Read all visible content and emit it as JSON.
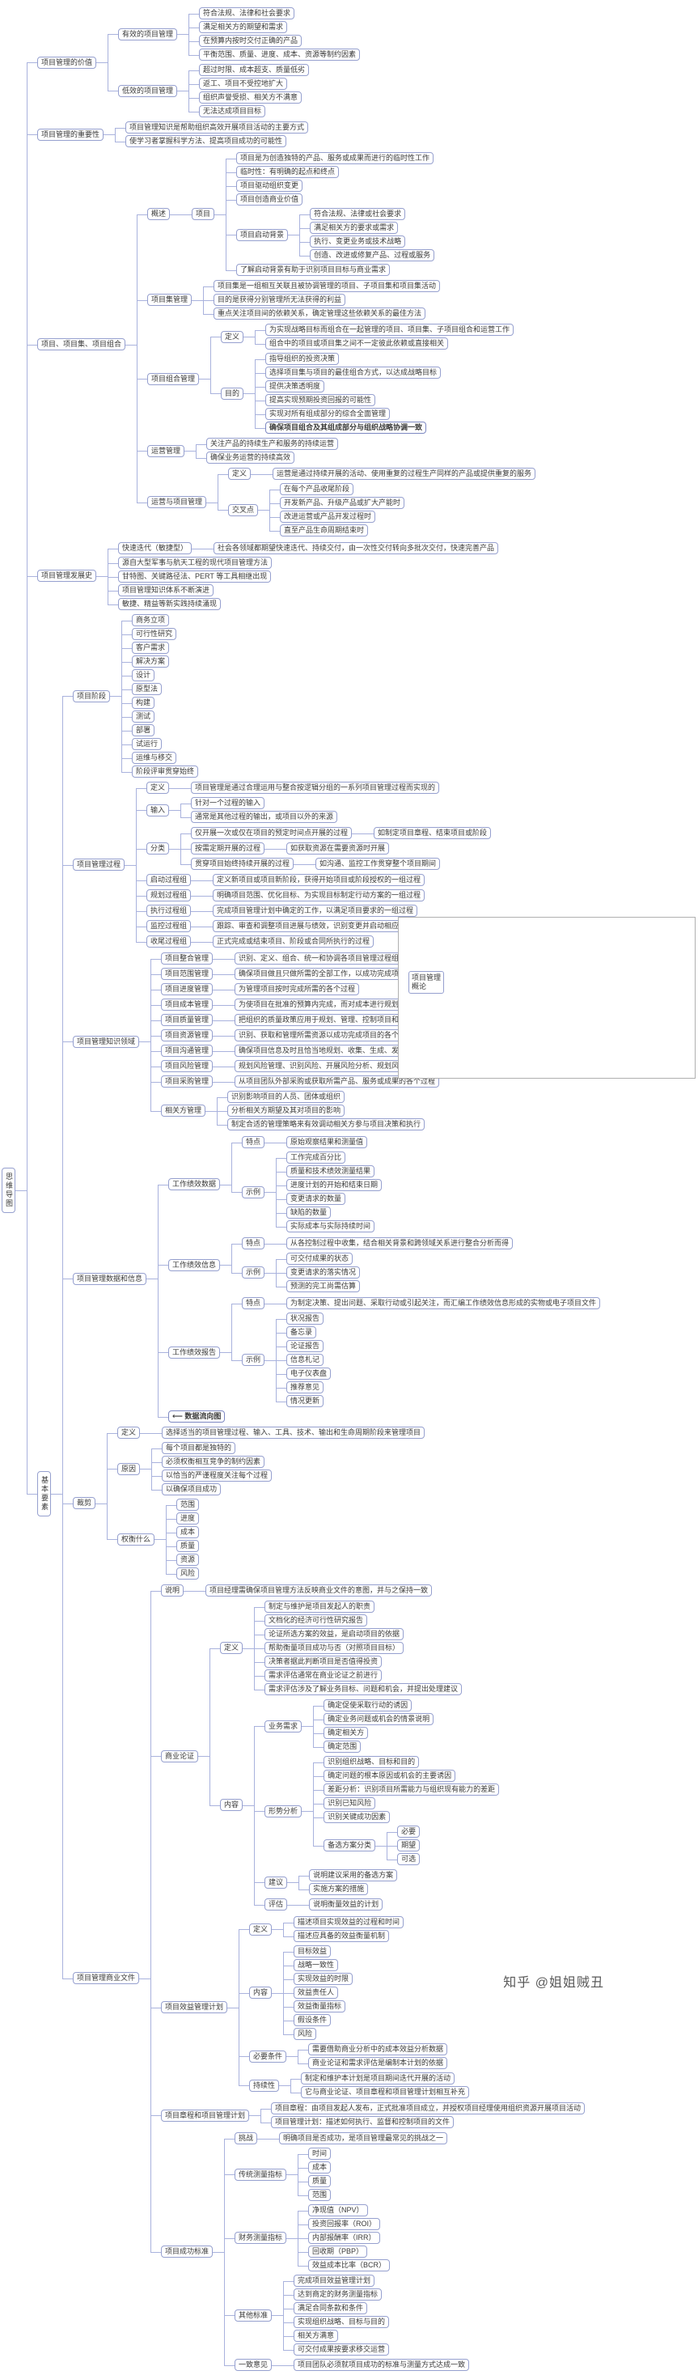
{
  "colors": {
    "node_border": "#96a0cf",
    "connector": "#a9b2dd",
    "text": "#3a3a3a",
    "frame_border": "#b0b0b0",
    "watermark_text": "#595959"
  },
  "frame": {
    "label": "项目管理概论"
  },
  "watermark": {
    "text": "知乎 @姐姐贼丑"
  },
  "root": {
    "label": "思维导图",
    "vertical": true,
    "children": [
      {
        "label": "项目管理的价值",
        "children": [
          {
            "label": "有效的项目管理",
            "children": [
              "符合法规、法律和社会要求",
              "满足相关方的期望和需求",
              "在预算内按时交付正确的产品",
              "平衡范围、质量、进度、成本、资源等制约因素"
            ]
          },
          {
            "label": "低效的项目管理",
            "children": [
              "超过时限、成本超支、质量低劣",
              "返工、项目不受控地扩大",
              "组织声誉受损、相关方不满意",
              "无法达成项目目标"
            ]
          }
        ]
      },
      {
        "label": "项目管理的重要性",
        "children": [
          "项目管理知识是帮助组织高效开展项目活动的主要方式",
          "使学习者掌握科学方法、提高项目成功的可能性"
        ]
      },
      {
        "label": "项目、项目集、项目组合",
        "children": [
          {
            "label": "概述",
            "children": [
              {
                "label": "项目",
                "children": [
                  "项目是为创造独特的产品、服务或成果而进行的临时性工作",
                  "临时性：有明确的起点和终点",
                  "项目驱动组织变更",
                  "项目创造商业价值",
                  {
                    "label": "项目启动背景",
                    "children": [
                      "符合法规、法律或社会要求",
                      "满足相关方的要求或需求",
                      "执行、变更业务或技术战略",
                      "创造、改进或修复产品、过程或服务"
                    ]
                  },
                  "了解启动背景有助于识别项目目标与商业需求"
                ]
              }
            ]
          },
          {
            "label": "项目集管理",
            "children": [
              "项目集是一组相互关联且被协调管理的项目、子项目集和项目集活动",
              "目的是获得分别管理所无法获得的利益",
              "重点关注项目间的依赖关系，确定管理这些依赖关系的最佳方法"
            ]
          },
          {
            "label": "项目组合管理",
            "children": [
              {
                "label": "定义",
                "children": [
                  "为实现战略目标而组合在一起管理的项目、项目集、子项目组合和运营工作",
                  "组合中的项目或项目集之间不一定彼此依赖或直接相关"
                ]
              },
              {
                "label": "目的",
                "children": [
                  "指导组织的投资决策",
                  "选择项目集与项目的最佳组合方式，以达成战略目标",
                  "提供决策透明度",
                  "提高实现预期投资回报的可能性",
                  "实现对所有组成部分的综合全面管理",
                  {
                    "label": "确保项目组合及其组成部分与组织战略协调一致",
                    "bold": true
                  }
                ]
              }
            ]
          },
          {
            "label": "运营管理",
            "children": [
              "关注产品的持续生产和服务的持续运营",
              "确保业务运营的持续高效"
            ]
          },
          {
            "label": "运营与项目管理",
            "children": [
              {
                "label": "定义",
                "children": [
                  "运营是通过持续开展的活动、使用重复的过程生产同样的产品或提供重复的服务"
                ]
              },
              {
                "label": "交叉点",
                "children": [
                  "在每个产品收尾阶段",
                  "开发新产品、升级产品或扩大产能时",
                  "改进运营或产品开发过程时",
                  "直至产品生命周期结束时"
                ]
              }
            ]
          }
        ]
      },
      {
        "label": "项目管理发展史",
        "children": [
          {
            "label": "快速迭代（敏捷型）",
            "children": [
              "社会各领域都期望快速迭代、持续交付，由一次性交付转向多批次交付，快速完善产品"
            ]
          },
          "源自大型军事与航天工程的现代项目管理方法",
          "甘特图、关键路径法、PERT 等工具相继出现",
          "项目管理知识体系不断演进",
          "敏捷、精益等新实践持续涌现"
        ]
      },
      {
        "label": "基本要素",
        "vertical": true,
        "children": [
          {
            "label": "项目阶段",
            "children": [
              "商务立项",
              "可行性研究",
              "客户需求",
              "解决方案",
              "设计",
              "原型法",
              "构建",
              "测试",
              "部署",
              "试运行",
              "运维与移交",
              "阶段评审贯穿始终"
            ]
          },
          {
            "label": "项目管理过程",
            "children": [
              {
                "label": "定义",
                "children": [
                  "项目管理是通过合理运用与整合按逻辑分组的一系列项目管理过程而实现的"
                ]
              },
              {
                "label": "输入",
                "children": [
                  "针对一个过程的输入",
                  "通常是其他过程的输出，或项目以外的来源"
                ]
              },
              {
                "label": "分类",
                "children": [
                  {
                    "label": "仅开展一次或仅在项目的预定时间点开展的过程",
                    "children": [
                      "如制定项目章程、结束项目或阶段"
                    ]
                  },
                  {
                    "label": "按需定期开展的过程",
                    "children": [
                      "如获取资源在需要资源时开展"
                    ]
                  },
                  {
                    "label": "贯穿项目始终持续开展的过程",
                    "children": [
                      "如沟通、监控工作贯穿整个项目期间"
                    ]
                  }
                ]
              },
              {
                "label": "启动过程组",
                "children": [
                  "定义新项目或项目新阶段，获得开始项目或阶段授权的一组过程"
                ]
              },
              {
                "label": "规划过程组",
                "children": [
                  "明确项目范围、优化目标、为实现目标制定行动方案的一组过程"
                ]
              },
              {
                "label": "执行过程组",
                "children": [
                  "完成项目管理计划中确定的工作，以满足项目要求的一组过程"
                ]
              },
              {
                "label": "监控过程组",
                "children": [
                  "跟踪、审查和调整项目进展与绩效，识别变更并启动相应变更的一组过程"
                ]
              },
              {
                "label": "收尾过程组",
                "children": [
                  "正式完成或结束项目、阶段或合同所执行的过程"
                ]
              }
            ]
          },
          {
            "label": "项目管理知识领域",
            "children": [
              {
                "label": "项目整合管理",
                "children": [
                  "识别、定义、组合、统一和协调各项目管理过程组的各个过程和活动"
                ]
              },
              {
                "label": "项目范围管理",
                "children": [
                  "确保项目做且只做所需的全部工作，以成功完成项目的各个过程"
                ]
              },
              {
                "label": "项目进度管理",
                "children": [
                  "为管理项目按时完成所需的各个过程"
                ]
              },
              {
                "label": "项目成本管理",
                "children": [
                  "为使项目在批准的预算内完成，而对成本进行规划、估算、预算、融资、筹资、管理和控制的各个过程"
                ]
              },
              {
                "label": "项目质量管理",
                "children": [
                  "把组织的质量政策应用于规划、管理、控制项目和产品质量要求，以满足相关方期望的各个过程"
                ]
              },
              {
                "label": "项目资源管理",
                "children": [
                  "识别、获取和管理所需资源以成功完成项目的各个过程"
                ]
              },
              {
                "label": "项目沟通管理",
                "children": [
                  "确保项目信息及时且恰当地规划、收集、生成、发布、存储、检索、管理、控制、监督和最终处置的各个过程"
                ]
              },
              {
                "label": "项目风险管理",
                "children": [
                  "规划风险管理、识别风险、开展风险分析、规划风险应对、实施风险应对和监督风险的各个过程"
                ]
              },
              {
                "label": "项目采购管理",
                "children": [
                  "从项目团队外部采购或获取所需产品、服务或成果的各个过程"
                ]
              },
              {
                "label": "相关方管理",
                "children": [
                  "识别影响项目的人员、团体或组织",
                  "分析相关方期望及其对项目的影响",
                  "制定合适的管理策略来有效调动相关方参与项目决策和执行"
                ]
              }
            ]
          },
          {
            "label": "项目管理数据和信息",
            "children": [
              {
                "label": "工作绩效数据",
                "children": [
                  {
                    "label": "特点",
                    "children": [
                      "原始观察结果和测量值"
                    ]
                  },
                  {
                    "label": "示例",
                    "children": [
                      "工作完成百分比",
                      "质量和技术绩效测量结果",
                      "进度计划的开始和结束日期",
                      "变更请求的数量",
                      "缺陷的数量",
                      "实际成本与实际持续时间"
                    ]
                  }
                ]
              },
              {
                "label": "工作绩效信息",
                "children": [
                  {
                    "label": "特点",
                    "children": [
                      "从各控制过程中收集，结合相关背景和跨领域关系进行整合分析而得"
                    ]
                  },
                  {
                    "label": "示例",
                    "children": [
                      "可交付成果的状态",
                      "变更请求的落实情况",
                      "预测的完工尚需估算"
                    ]
                  }
                ]
              },
              {
                "label": "工作绩效报告",
                "children": [
                  {
                    "label": "特点",
                    "children": [
                      "为制定决策、提出问题、采取行动或引起关注，而汇编工作绩效信息形成的实物或电子项目文件"
                    ]
                  },
                  {
                    "label": "示例",
                    "children": [
                      "状况报告",
                      "备忘录",
                      "论证报告",
                      "信息札记",
                      "电子仪表盘",
                      "推荐意见",
                      "情况更新"
                    ]
                  }
                ]
              },
              {
                "label": "⟵ 数据流向图",
                "bold": true
              }
            ]
          },
          {
            "label": "裁剪",
            "children": [
              {
                "label": "定义",
                "children": [
                  "选择适当的项目管理过程、输入、工具、技术、输出和生命周期阶段来管理项目"
                ]
              },
              {
                "label": "原因",
                "children": [
                  "每个项目都是独特的",
                  "必须权衡相互竞争的制约因素",
                  "以恰当的严谨程度关注每个过程",
                  "以确保项目成功"
                ]
              },
              {
                "label": "权衡什么",
                "children": [
                  "范围",
                  "进度",
                  "成本",
                  "质量",
                  "资源",
                  "风险"
                ]
              }
            ]
          },
          {
            "label": "项目管理商业文件",
            "children": [
              {
                "label": "说明",
                "children": [
                  "项目经理需确保项目管理方法反映商业文件的意图，并与之保持一致"
                ]
              },
              {
                "label": "商业论证",
                "children": [
                  {
                    "label": "定义",
                    "children": [
                      "制定与维护是项目发起人的职责",
                      "文档化的经济可行性研究报告",
                      "论证所选方案的效益，是启动项目的依据",
                      "帮助衡量项目成功与否（对照项目目标）",
                      "决策者据此判断项目是否值得投资",
                      "需求评估通常在商业论证之前进行",
                      "需求评估涉及了解业务目标、问题和机会，并提出处理建议"
                    ]
                  },
                  {
                    "label": "内容",
                    "children": [
                      {
                        "label": "业务需求",
                        "children": [
                          "确定促使采取行动的诱因",
                          "确定业务问题或机会的情景说明",
                          "确定相关方",
                          "确定范围"
                        ]
                      },
                      {
                        "label": "形势分析",
                        "children": [
                          "识别组织战略、目标和目的",
                          "确定问题的根本原因或机会的主要诱因",
                          "差距分析：识别项目所需能力与组织现有能力的差距",
                          "识别已知风险",
                          "识别关键成功因素",
                          {
                            "label": "备选方案分类",
                            "children": [
                              "必要",
                              "期望",
                              "可选"
                            ]
                          }
                        ]
                      },
                      {
                        "label": "建议",
                        "children": [
                          "说明建议采用的备选方案",
                          "实施方案的措施"
                        ]
                      },
                      {
                        "label": "评估",
                        "children": [
                          "说明衡量效益的计划"
                        ]
                      }
                    ]
                  }
                ]
              },
              {
                "label": "项目效益管理计划",
                "children": [
                  {
                    "label": "定义",
                    "children": [
                      "描述项目实现效益的过程和时间",
                      "描述应具备的效益衡量机制"
                    ]
                  },
                  {
                    "label": "内容",
                    "children": [
                      "目标效益",
                      "战略一致性",
                      "实现效益的时限",
                      "效益责任人",
                      "效益衡量指标",
                      "假设条件",
                      "风险"
                    ]
                  },
                  {
                    "label": "必要条件",
                    "children": [
                      "需要借助商业分析中的成本效益分析数据",
                      "商业论证和需求评估是编制本计划的依据"
                    ]
                  },
                  {
                    "label": "持续性",
                    "children": [
                      "制定和维护本计划是项目期间迭代开展的活动",
                      "它与商业论证、项目章程和项目管理计划相互补充"
                    ]
                  }
                ]
              },
              {
                "label": "项目章程和项目管理计划",
                "children": [
                  "项目章程：由项目发起人发布，正式批准项目成立，并授权项目经理使用组织资源开展项目活动",
                  "项目管理计划：描述如何执行、监督和控制项目的文件"
                ]
              },
              {
                "label": "项目成功标准",
                "children": [
                  {
                    "label": "挑战",
                    "children": [
                      "明确项目是否成功，是项目管理最常见的挑战之一"
                    ]
                  },
                  {
                    "label": "传统测量指标",
                    "children": [
                      "时间",
                      "成本",
                      "质量",
                      "范围"
                    ]
                  },
                  {
                    "label": "财务测量指标",
                    "children": [
                      "净现值（NPV）",
                      "投资回报率（ROI）",
                      "内部报酬率（IRR）",
                      "回收期（PBP）",
                      "效益成本比率（BCR）"
                    ]
                  },
                  {
                    "label": "其他标准",
                    "children": [
                      "完成项目效益管理计划",
                      "达到商定的财务测量指标",
                      "满足合同条款和条件",
                      "实现组织战略、目标与目的",
                      "相关方满意",
                      "可交付成果按要求移交运营"
                    ]
                  },
                  {
                    "label": "一致意见",
                    "children": [
                      "项目团队必须就项目成功的标准与测量方式达成一致"
                    ]
                  }
                ]
              }
            ]
          }
        ]
      }
    ]
  }
}
